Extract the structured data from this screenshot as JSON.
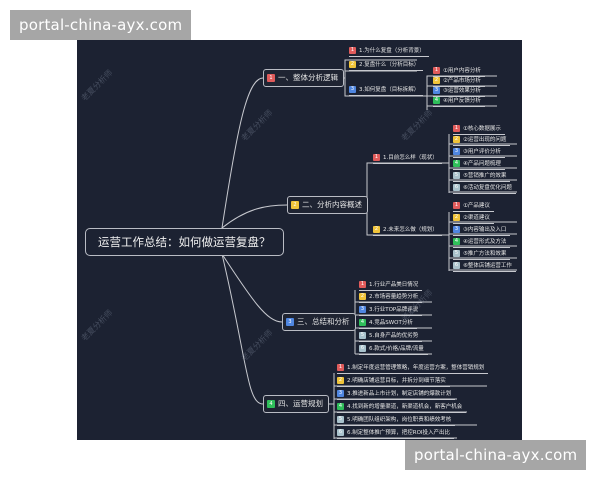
{
  "watermark": {
    "top": "portal-china-ayx.com",
    "bottom": "portal-china-ayx.com"
  },
  "mindmap": {
    "root": "运营工作总结：如何做运营复盘？",
    "branches": [
      {
        "badge": "1",
        "color": "red",
        "label": "一、整体分析逻辑",
        "children": [
          {
            "badge": "1",
            "color": "red",
            "label": "1.为什么复盘（分析背景）"
          },
          {
            "badge": "2",
            "color": "yellow",
            "label": "2.复盘什么（分析目标）"
          },
          {
            "badge": "3",
            "color": "blue",
            "label": "3.如何复盘（目标拆解）",
            "children": [
              {
                "badge": "1",
                "color": "red",
                "label": "①用户内容分析"
              },
              {
                "badge": "2",
                "color": "yellow",
                "label": "②产品市场分析"
              },
              {
                "badge": "3",
                "color": "blue",
                "label": "③运营效果分析"
              },
              {
                "badge": "4",
                "color": "green",
                "label": "④用户反馈分析"
              }
            ]
          }
        ]
      },
      {
        "badge": "2",
        "color": "yellow",
        "label": "二、分析内容概述",
        "children": [
          {
            "badge": "1",
            "color": "red",
            "label": "1.目前怎么样（现状）",
            "children": [
              {
                "badge": "1",
                "color": "red",
                "label": "①核心数据展示"
              },
              {
                "badge": "2",
                "color": "yellow",
                "label": "②运营出现的问题"
              },
              {
                "badge": "3",
                "color": "blue",
                "label": "③用户评价分析"
              },
              {
                "badge": "4",
                "color": "green",
                "label": "④产品问题梳理"
              },
              {
                "badge": "5",
                "color": "gray",
                "label": "⑤营销推广的效果"
              },
              {
                "badge": "6",
                "color": "gray",
                "label": "⑥活动复盘优化问题"
              }
            ]
          },
          {
            "badge": "2",
            "color": "yellow",
            "label": "2.未来怎么做（规划）",
            "children": [
              {
                "badge": "1",
                "color": "red",
                "label": "①产品建议"
              },
              {
                "badge": "2",
                "color": "yellow",
                "label": "②渠道建议"
              },
              {
                "badge": "3",
                "color": "blue",
                "label": "③内容输出及入口"
              },
              {
                "badge": "4",
                "color": "green",
                "label": "④运营形式及方法"
              },
              {
                "badge": "5",
                "color": "gray",
                "label": "⑤推广方法和效果"
              },
              {
                "badge": "6",
                "color": "gray",
                "label": "⑥整体店铺运营工作"
              }
            ]
          }
        ]
      },
      {
        "badge": "3",
        "color": "blue",
        "label": "三、总结和分析",
        "children": [
          {
            "badge": "1",
            "color": "red",
            "label": "1.行业产品美日情况"
          },
          {
            "badge": "2",
            "color": "yellow",
            "label": "2.市场容量趋势分析"
          },
          {
            "badge": "3",
            "color": "blue",
            "label": "3.行业TOP品牌评说"
          },
          {
            "badge": "4",
            "color": "green",
            "label": "4.竞品SWOT分析"
          },
          {
            "badge": "5",
            "color": "gray",
            "label": "5.自身产品的优劣势"
          },
          {
            "badge": "6",
            "color": "gray",
            "label": "6.款式/价格/品牌/流量"
          }
        ]
      },
      {
        "badge": "4",
        "color": "green",
        "label": "四、运营规划",
        "children": [
          {
            "badge": "1",
            "color": "red",
            "label": "1.制定年度运营管理策略，年度运营方案，整体营销规划"
          },
          {
            "badge": "2",
            "color": "yellow",
            "label": "2.明确店铺运营目标，并拆分到细节落实"
          },
          {
            "badge": "3",
            "color": "blue",
            "label": "3.推进新品上市计划，制定店铺的爆款计划"
          },
          {
            "badge": "4",
            "color": "green",
            "label": "4.找到新的增量渠道，新渠道机会，新客户机会"
          },
          {
            "badge": "5",
            "color": "gray",
            "label": "5.明确团队组织架构，岗位职责和绩效考核"
          },
          {
            "badge": "6",
            "color": "gray",
            "label": "6.制定整体推广预算，把控ROI投入产出比"
          }
        ]
      }
    ],
    "canvas_watermark": "老夏分析师"
  },
  "colors": {
    "background": "#1c2232",
    "line": "#c7c9cf",
    "red": "#e05b5b",
    "yellow": "#f0c43a",
    "blue": "#4f86e0",
    "green": "#2fbf5a",
    "gray": "#a9c2cc"
  }
}
